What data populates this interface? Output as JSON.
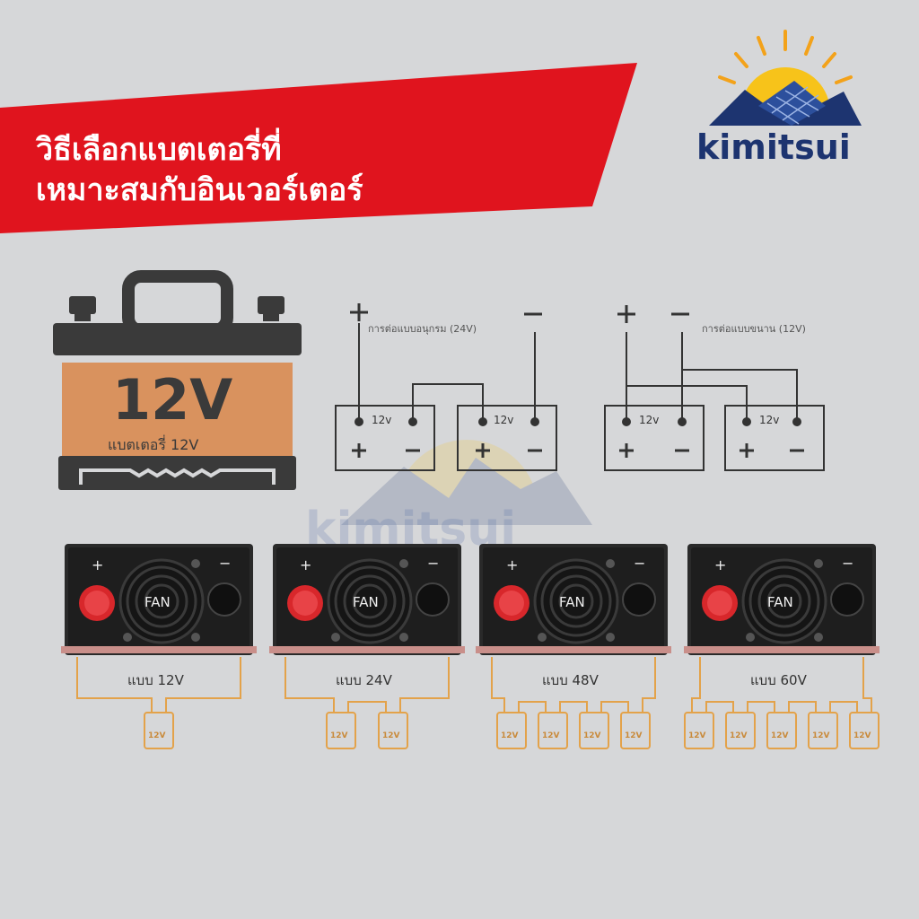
{
  "banner": {
    "line1": "วิธีเลือกแบตเตอรี่ที่",
    "line2": "เหมาะสมกับอินเวอร์เตอร์",
    "color": "#e0141e"
  },
  "brand": {
    "name": "kimitsui",
    "color": "#1d3470"
  },
  "battery": {
    "voltage": "12V",
    "label": "แบตเตอรี่ 12V"
  },
  "series_diagram": {
    "label": "การต่อแบบอนุกรม (24V)",
    "plus": "+",
    "minus": "−",
    "cells": [
      "12v",
      "12v"
    ]
  },
  "parallel_diagram": {
    "label": "การต่อแบบขนาน (12V)",
    "plus": "+",
    "minus": "−",
    "cells": [
      "12v",
      "12v"
    ]
  },
  "inverters": [
    {
      "mode": "แบบ 12V",
      "cells": [
        "12V"
      ]
    },
    {
      "mode": "แบบ 24V",
      "cells": [
        "12V",
        "12V"
      ]
    },
    {
      "mode": "แบบ 48V",
      "cells": [
        "12V",
        "12V",
        "12V",
        "12V"
      ]
    },
    {
      "mode": "แบบ 60V",
      "cells": [
        "12V",
        "12V",
        "12V",
        "12V",
        "12V"
      ]
    }
  ],
  "inverter_ui": {
    "fan": "FAN",
    "plus": "+",
    "minus": "−"
  },
  "watermark": "kimitsui"
}
